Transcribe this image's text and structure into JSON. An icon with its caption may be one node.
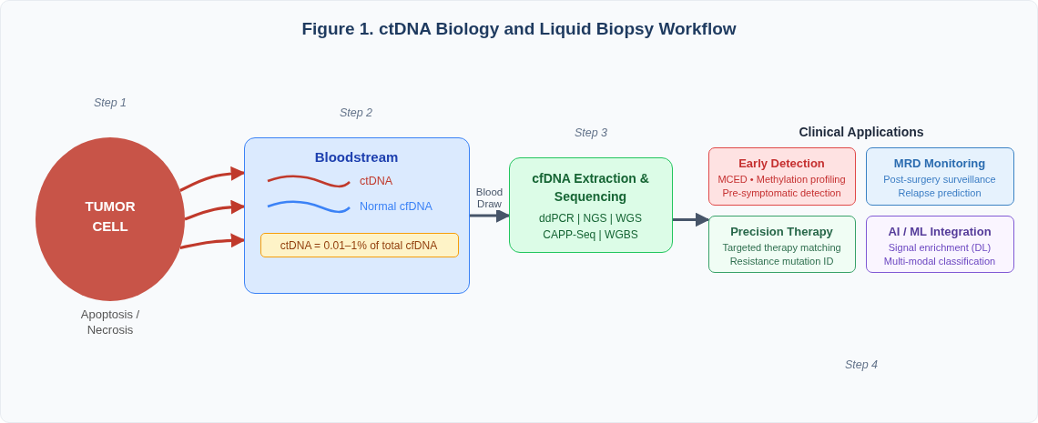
{
  "diagram": {
    "title": "Figure 1. ctDNA Biology and Liquid Biopsy Workflow",
    "nodes": [
      {
        "text": [
          "TUMOR CELL"
        ],
        "beside": [
          "Apoptosis / Necrosis"
        ]
      },
      {
        "text": [
          "Bloodstream"
        ]
      },
      {
        "text": [
          "ctDNA = 0.01–1% of total cfDNA"
        ],
        "in": 1
      },
      {
        "text": [
          "cfDNA Extraction & Sequencing",
          "ddPCR | NGS | WGS",
          "CAPP-Seq | WGBS"
        ]
      },
      {
        "text": [
          "Clinical Applications"
        ]
      },
      {
        "text": [
          "Early Detection",
          "MCED • Methylation profiling",
          "Pre-symptomatic detection"
        ],
        "in": 4
      },
      {
        "text": [
          "MRD Monitoring",
          "Post-surgery surveillance",
          "Relapse prediction"
        ],
        "in": 4
      },
      {
        "text": [
          "Precision Therapy",
          "Targeted therapy matching",
          "Resistance mutation ID"
        ],
        "in": 4
      },
      {
        "text": [
          "AI / ML Integration",
          "Signal enrichment (DL)",
          "Multi-modal classification"
        ],
        "in": 4
      }
    ],
    "edges": [
      {
        "from": 0,
        "to": 1,
        "arrow": "to"
      },
      {
        "from": 0,
        "to": 1,
        "arrow": "to"
      },
      {
        "from": 0,
        "to": 1,
        "arrow": "to"
      },
      {
        "from": 1,
        "to": 3,
        "arrow": "to",
        "label": "Blood Draw",
        "color": "#475569"
      },
      {
        "from": 3,
        "to": 4,
        "arrow": "to",
        "color": "#475569"
      }
    ],
    "labels": [
      "Step 1",
      "Step 2",
      "Step 3",
      "Step 4"
    ],
    "legend": [
      {
        "text": "ctDNA"
      },
      {
        "text": "Normal cfDNA"
      }
    ]
  }
}
